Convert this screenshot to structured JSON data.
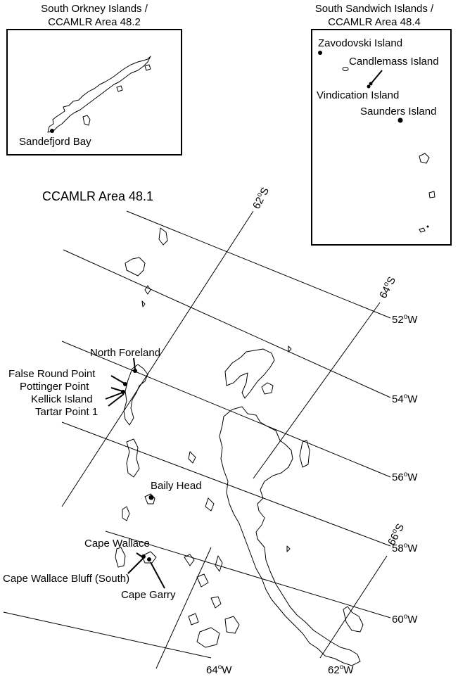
{
  "insets": {
    "orkney": {
      "title_line1": "South Orkney Islands /",
      "title_line2": "CCAMLR Area 48.2"
    },
    "sandwich": {
      "title_line1": "South Sandwich Islands /",
      "title_line2": "CCAMLR Area 48.4"
    }
  },
  "main_title": "CCAMLR Area 48.1",
  "sites": {
    "sandefjord_bay": "Sandefjord Bay",
    "zavodovski": "Zavodovski Island",
    "candlemass": "Candlemass Island",
    "vindication": "Vindication Island",
    "saunders": "Saunders Island",
    "north_foreland": "North Foreland",
    "false_round_point": "False Round Point",
    "pottinger_point": "Pottinger Point",
    "kellick_island": "Kellick Island",
    "tartar_point": "Tartar Point 1",
    "baily_head": "Baily Head",
    "cape_wallace": "Cape Wallace",
    "cape_wallace_bluff": "Cape Wallace Bluff (South)",
    "cape_garry": "Cape Garry"
  },
  "graticule": {
    "lat_62": {
      "value": "62",
      "unit": "S"
    },
    "lat_64": {
      "value": "64",
      "unit": "S"
    },
    "lat_66": {
      "value": "66",
      "unit": "S"
    },
    "lon_52": {
      "value": "52",
      "unit": "W"
    },
    "lon_54": {
      "value": "54",
      "unit": "W"
    },
    "lon_56": {
      "value": "56",
      "unit": "W"
    },
    "lon_58": {
      "value": "58",
      "unit": "W"
    },
    "lon_60": {
      "value": "60",
      "unit": "W"
    },
    "lon_62": {
      "value": "62",
      "unit": "W"
    },
    "lon_64": {
      "value": "64",
      "unit": "W"
    },
    "degree_symbol": "o"
  },
  "colors": {
    "ink": "#000000",
    "background": "#ffffff"
  }
}
